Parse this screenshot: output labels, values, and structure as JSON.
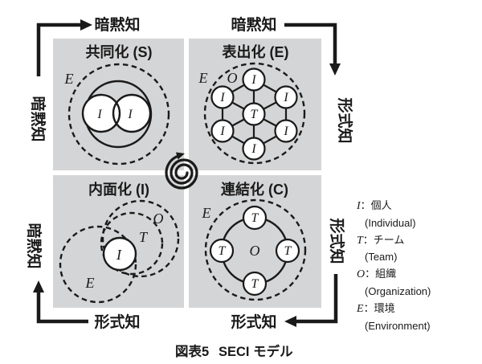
{
  "figure": {
    "caption": {
      "prefix": "図表5",
      "title": "SECI モデル"
    },
    "axis_labels": {
      "top_left": "暗黙知",
      "top_right": "暗黙知",
      "left_top": "暗黙知",
      "left_bottom": "暗黙知",
      "right_top": "形式知",
      "right_bottom": "形式知",
      "bottom_left": "形式知",
      "bottom_right": "形式知"
    },
    "quadrants": {
      "socialization": {
        "title": "共同化 (S)",
        "env": "E",
        "node": "I"
      },
      "externalization": {
        "title": "表出化 (E)",
        "env": "E",
        "org": "O",
        "hub": "T",
        "node": "I"
      },
      "internalization": {
        "title": "内面化 (I)",
        "env": "E",
        "org": "O",
        "team": "T",
        "node": "I"
      },
      "combination": {
        "title": "連結化 (C)",
        "env": "E",
        "hub": "O",
        "node": "T"
      }
    },
    "legend": {
      "items": [
        {
          "symbol": "I",
          "jp": "：個人",
          "en": "(Individual)"
        },
        {
          "symbol": "T",
          "jp": "：チーム",
          "en": "(Team)"
        },
        {
          "symbol": "O",
          "jp": "：組織",
          "en": "(Organization)"
        },
        {
          "symbol": "E",
          "jp": "：環境",
          "en": "(Environment)"
        }
      ]
    },
    "colors": {
      "background": "#ffffff",
      "quadrant_fill": "#d4d5d6",
      "ink": "#1a1a1a",
      "node_fill": "#ffffff"
    }
  }
}
